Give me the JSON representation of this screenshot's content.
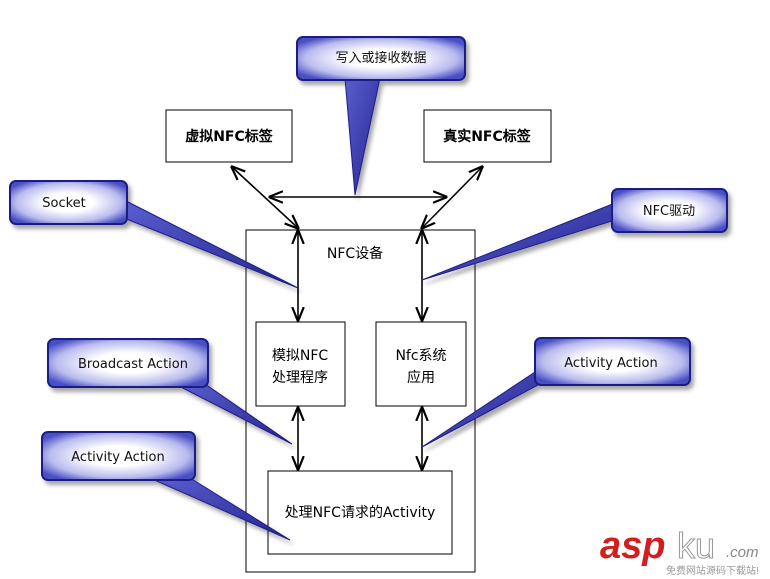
{
  "callouts": {
    "write_read": "写入或接收数据",
    "socket": "Socket",
    "nfc_driver": "NFC驱动",
    "broadcast_action": "Broadcast Action",
    "activity_action_right": "Activity Action",
    "activity_action_left": "Activity Action"
  },
  "boxes": {
    "virtual_tag": "虚拟NFC标签",
    "real_tag": "真实NFC标签",
    "device": "NFC设备",
    "emulator_line1": "模拟NFC",
    "emulator_line2": "处理程序",
    "system_app_line1": "Nfc系统",
    "system_app_line2": "应用",
    "activity": "处理NFC请求的Activity"
  },
  "watermark": {
    "brand_red": "asp",
    "brand_grey": "ku",
    "domain": ".com",
    "slogan": "免费网站源码下载站!"
  },
  "colors": {
    "callout_border": "#1e1e86",
    "callout_fill": "#5a5fcf",
    "brand": "#d21e1e"
  }
}
